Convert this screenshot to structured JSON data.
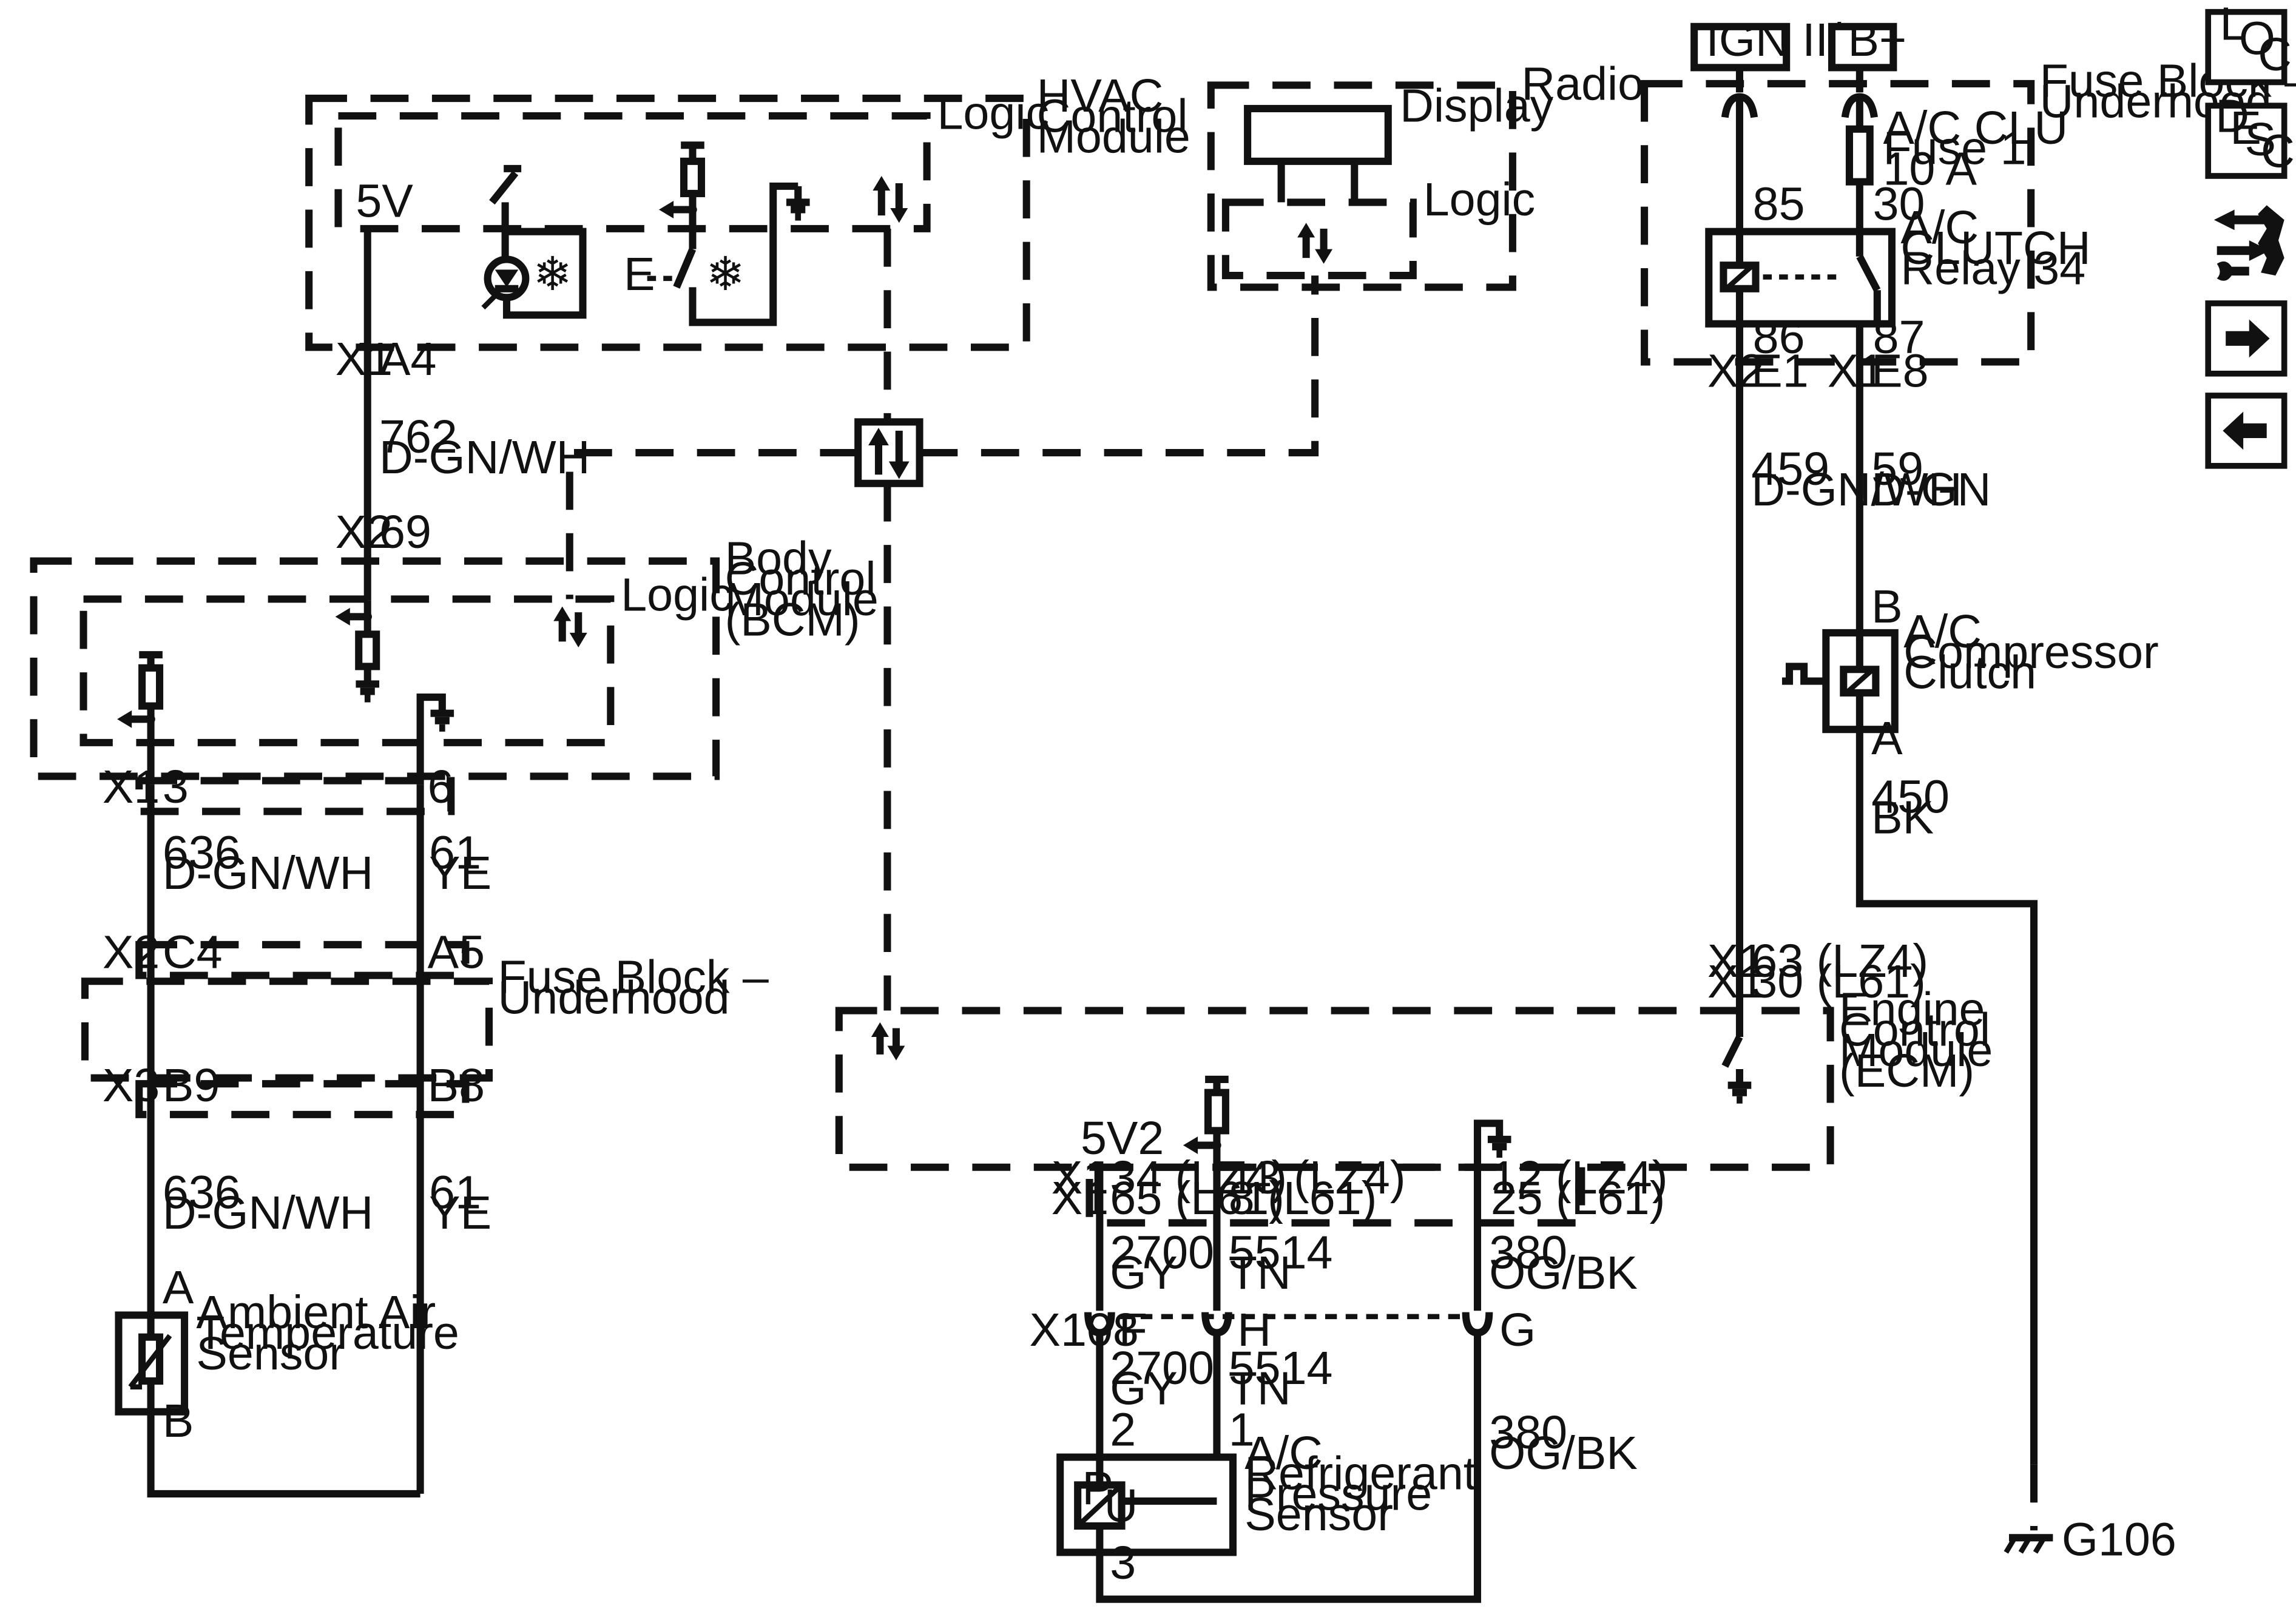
{
  "modules": {
    "hvac": [
      "HVAC",
      "Control",
      "Module"
    ],
    "radio": "Radio",
    "bcm": [
      "Body",
      "Control",
      "Module",
      "(BCM)"
    ],
    "fuse_block_upper": [
      "Fuse Block –",
      "Underhood"
    ],
    "fuse_block_lower": [
      "Fuse Block –",
      "Underhood"
    ],
    "ecm": [
      "Engine",
      "Control",
      "Module",
      "(ECM)"
    ]
  },
  "labels": {
    "logic": "Logic",
    "display": "Display",
    "five_v": "5V",
    "five_v2": "5V2",
    "ign": "IGN II/III",
    "bplus": "B+"
  },
  "connectors": {
    "hvac_x1": "X1",
    "hvac_a4": "A4",
    "bcm_x2": "X2",
    "bcm_69": "69",
    "bcm_x1": "X1",
    "bcm_3": "3",
    "bcm_6": "6",
    "fb_x2": "X2",
    "fb_c4": "C4",
    "fb_a5": "A5",
    "fb_x3": "X3",
    "fb_b9": "B9",
    "fb_b8": "B8",
    "relay_x2": "X2",
    "relay_e1": "E1",
    "relay_x1": "X1",
    "relay_e8": "E8",
    "ecm_top_x1a": "X1",
    "ecm_top_x1b": "X1",
    "ecm_top_pin_a": "63 (LZ4)",
    "ecm_top_pin_b": "30 (L61)",
    "ecm_bot_x1a": "X1",
    "ecm_bot_x1b": "X1",
    "ecm_p1a": "34 (LZ4)",
    "ecm_p1b": "65 (L61)",
    "ecm_p2a": "13 (LZ4)",
    "ecm_p2b": "8 (L61)",
    "ecm_p3a": "12 (LZ4)",
    "ecm_p3b": "25 (L61)",
    "x108": "X108",
    "x108_f": "F",
    "x108_h": "H",
    "x108_g": "G"
  },
  "wires": {
    "w762": [
      "762",
      "D-GN/WH"
    ],
    "w636a": [
      "636",
      "D-GN/WH"
    ],
    "w61a": [
      "61",
      "YE"
    ],
    "w636b": [
      "636",
      "D-GN/WH"
    ],
    "w61b": [
      "61",
      "YE"
    ],
    "w459": [
      "459",
      "D-GN/WH"
    ],
    "w59": [
      "59",
      "D-GN"
    ],
    "w450": [
      "450",
      "BK"
    ],
    "w2700a": [
      "2700",
      "GY"
    ],
    "w5514a": [
      "5514",
      "TN"
    ],
    "w380a": [
      "380",
      "OG/BK"
    ],
    "w2700b": [
      "2700",
      "GY"
    ],
    "w5514b": [
      "5514",
      "TN"
    ],
    "w380b": [
      "380",
      "OG/BK"
    ]
  },
  "components": {
    "fuse": [
      "A/C CLU",
      "Fuse 1",
      "10 A"
    ],
    "relay": [
      "A/C",
      "CLUTCH",
      "Relay 34"
    ],
    "relay_85": "85",
    "relay_30": "30",
    "relay_86": "86",
    "relay_87": "87",
    "compressor": [
      "A/C",
      "Compressor",
      "Clutch"
    ],
    "comp_b": "B",
    "comp_a": "A",
    "ambient": [
      "Ambient Air",
      "Temperature",
      "Sensor"
    ],
    "amb_a": "A",
    "amb_b": "B",
    "pressure": [
      "A/C",
      "Refrigerant",
      "Pressure",
      "Sensor"
    ],
    "pres_2": "2",
    "pres_1": "1",
    "pres_3": "3",
    "pres_symbol_p": "P",
    "pres_symbol_u": "U",
    "ground": "G106"
  },
  "nav": {
    "loc": [
      "L",
      "O",
      "C"
    ],
    "desc": [
      "D",
      "E",
      "S",
      "C"
    ]
  }
}
